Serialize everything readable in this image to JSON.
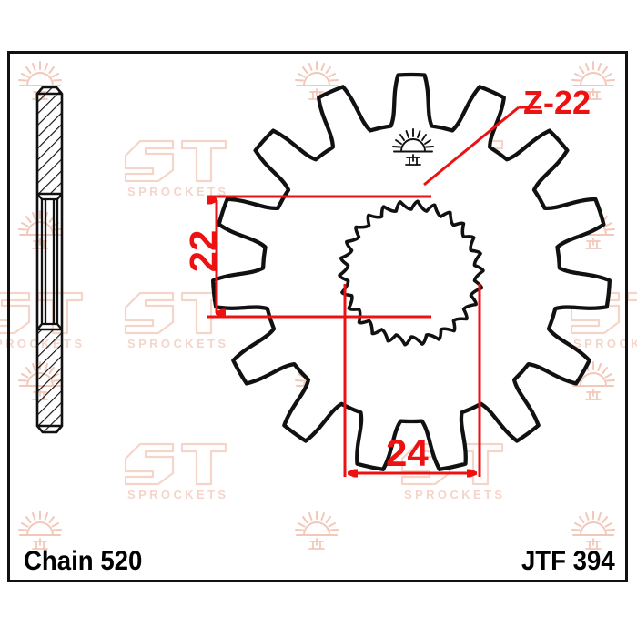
{
  "drawing": {
    "kind": "technical-drawing",
    "subject": "motorcycle front sprocket",
    "background_color": "#ffffff",
    "line_color": "#000000",
    "dimension_color": "#ee1111",
    "watermark_color": "#f3cfc2"
  },
  "title_block": {
    "left_label": "Chain 520",
    "right_label": "JTF 394"
  },
  "dimensions": {
    "height_label": "22",
    "width_label": "24",
    "teeth_label": "Z-22"
  },
  "views": {
    "side_view": {
      "name": "side-section-view",
      "hatching": "cross-section hatch"
    },
    "front_view": {
      "name": "front-view",
      "outer_teeth_count": 15,
      "spline_teeth_count": 26
    }
  },
  "watermarks": {
    "logo_text": "SPROCKETS",
    "mark_name": "jt-sunrise-logo"
  }
}
